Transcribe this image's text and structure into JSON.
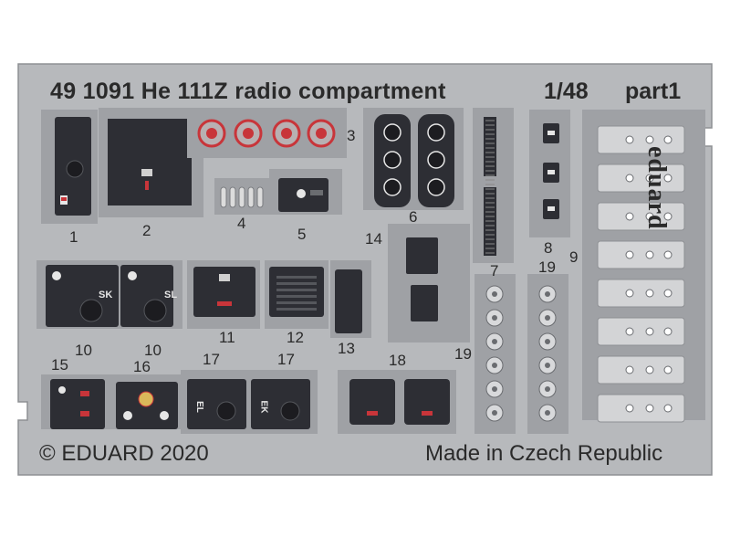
{
  "header": {
    "title": "49 1091 He 111Z radio compartment",
    "scale": "1/48",
    "part": "part1"
  },
  "brand": "eduard",
  "footer": {
    "copyright": "© EDUARD 2020",
    "made_in": "Made in Czech Republic"
  },
  "part_numbers": [
    {
      "id": "n1",
      "label": "1"
    },
    {
      "id": "n2",
      "label": "2"
    },
    {
      "id": "n3",
      "label": "3"
    },
    {
      "id": "n4",
      "label": "4"
    },
    {
      "id": "n5",
      "label": "5"
    },
    {
      "id": "n6",
      "label": "6"
    },
    {
      "id": "n7",
      "label": "7"
    },
    {
      "id": "n8",
      "label": "8"
    },
    {
      "id": "n9",
      "label": "9"
    },
    {
      "id": "n10a",
      "label": "10"
    },
    {
      "id": "n10b",
      "label": "10"
    },
    {
      "id": "n11",
      "label": "11"
    },
    {
      "id": "n12",
      "label": "12"
    },
    {
      "id": "n13",
      "label": "13"
    },
    {
      "id": "n14",
      "label": "14"
    },
    {
      "id": "n15",
      "label": "15"
    },
    {
      "id": "n16",
      "label": "16"
    },
    {
      "id": "n17a",
      "label": "17"
    },
    {
      "id": "n17b",
      "label": "17"
    },
    {
      "id": "n18",
      "label": "18"
    },
    {
      "id": "n19a",
      "label": "19"
    },
    {
      "id": "n19b",
      "label": "19"
    }
  ],
  "panel_markings": {
    "sk": "SK",
    "sl": "SL",
    "el": "EL",
    "ek": "EK"
  },
  "colors": {
    "fret": "#b7b9bc",
    "fret_edge": "#8e9094",
    "part_dark": "#2d2e34",
    "accent_red": "#c8353a",
    "gauge_face": "#e6e6e6",
    "text": "#2a2a2a"
  }
}
